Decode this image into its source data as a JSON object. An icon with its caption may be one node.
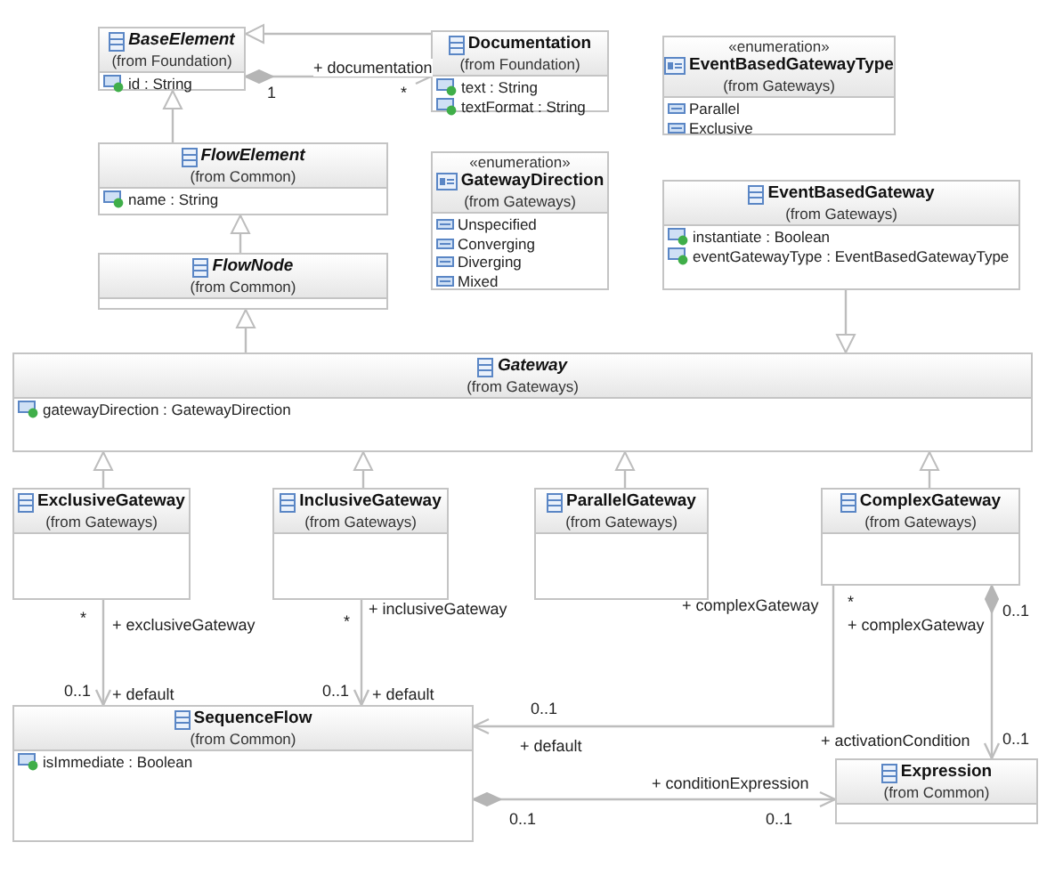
{
  "diagram": {
    "nodes": [
      {
        "text": [
          "BaseElement",
          "(from Foundation)",
          "id : String"
        ]
      },
      {
        "text": [
          "Documentation",
          "(from Foundation)",
          "text : String",
          "textFormat : String"
        ]
      },
      {
        "text": [
          "«enumeration»",
          "EventBasedGatewayType",
          "(from Gateways)",
          "Parallel",
          "Exclusive"
        ]
      },
      {
        "text": [
          "FlowElement",
          "(from Common)",
          "name : String"
        ]
      },
      {
        "text": [
          "«enumeration»",
          "GatewayDirection",
          "(from Gateways)",
          "Unspecified",
          "Converging",
          "Diverging",
          "Mixed"
        ]
      },
      {
        "text": [
          "EventBasedGateway",
          "(from Gateways)",
          "instantiate : Boolean",
          "eventGatewayType : EventBasedGatewayType"
        ]
      },
      {
        "text": [
          "FlowNode",
          "(from Common)"
        ]
      },
      {
        "text": [
          "Gateway",
          "(from Gateways)",
          "gatewayDirection : GatewayDirection"
        ]
      },
      {
        "text": [
          "ExclusiveGateway",
          "(from Gateways)"
        ]
      },
      {
        "text": [
          "InclusiveGateway",
          "(from Gateways)"
        ]
      },
      {
        "text": [
          "ParallelGateway",
          "(from Gateways)"
        ]
      },
      {
        "text": [
          "ComplexGateway",
          "(from Gateways)"
        ]
      },
      {
        "text": [
          "SequenceFlow",
          "(from Common)",
          "isImmediate : Boolean"
        ]
      },
      {
        "text": [
          "Expression",
          "(from Common)"
        ]
      }
    ],
    "edges": [
      {
        "from": 1,
        "to": 0,
        "arrow": "to"
      },
      {
        "from": 0,
        "to": 1,
        "arrow": "to",
        "label": "+ documentation"
      },
      {
        "from": 3,
        "to": 0,
        "arrow": "to"
      },
      {
        "from": 6,
        "to": 3,
        "arrow": "to"
      },
      {
        "from": 7,
        "to": 6,
        "arrow": "to"
      },
      {
        "from": 5,
        "to": 7,
        "arrow": "to"
      },
      {
        "from": 8,
        "to": 7,
        "arrow": "to"
      },
      {
        "from": 9,
        "to": 7,
        "arrow": "to"
      },
      {
        "from": 10,
        "to": 7,
        "arrow": "to"
      },
      {
        "from": 11,
        "to": 7,
        "arrow": "to"
      },
      {
        "from": 8,
        "to": 12,
        "arrow": "to",
        "label": "+ default"
      },
      {
        "from": 9,
        "to": 12,
        "arrow": "to",
        "label": "+ default"
      },
      {
        "from": 11,
        "to": 12,
        "arrow": "to",
        "label": "+ default"
      },
      {
        "from": 11,
        "to": 13,
        "arrow": "to",
        "label": "+ activationCondition"
      },
      {
        "from": 12,
        "to": 13,
        "arrow": "to",
        "label": "+ conditionExpression"
      }
    ],
    "labels": [
      "1",
      "*",
      "*",
      "+ exclusiveGateway",
      "*",
      "+ inclusiveGateway",
      "+ complexGateway",
      "*",
      "+ complexGateway",
      "0..1",
      "0..1",
      "0..1",
      "0..1",
      "0..1",
      "0..1",
      "0..1"
    ]
  }
}
